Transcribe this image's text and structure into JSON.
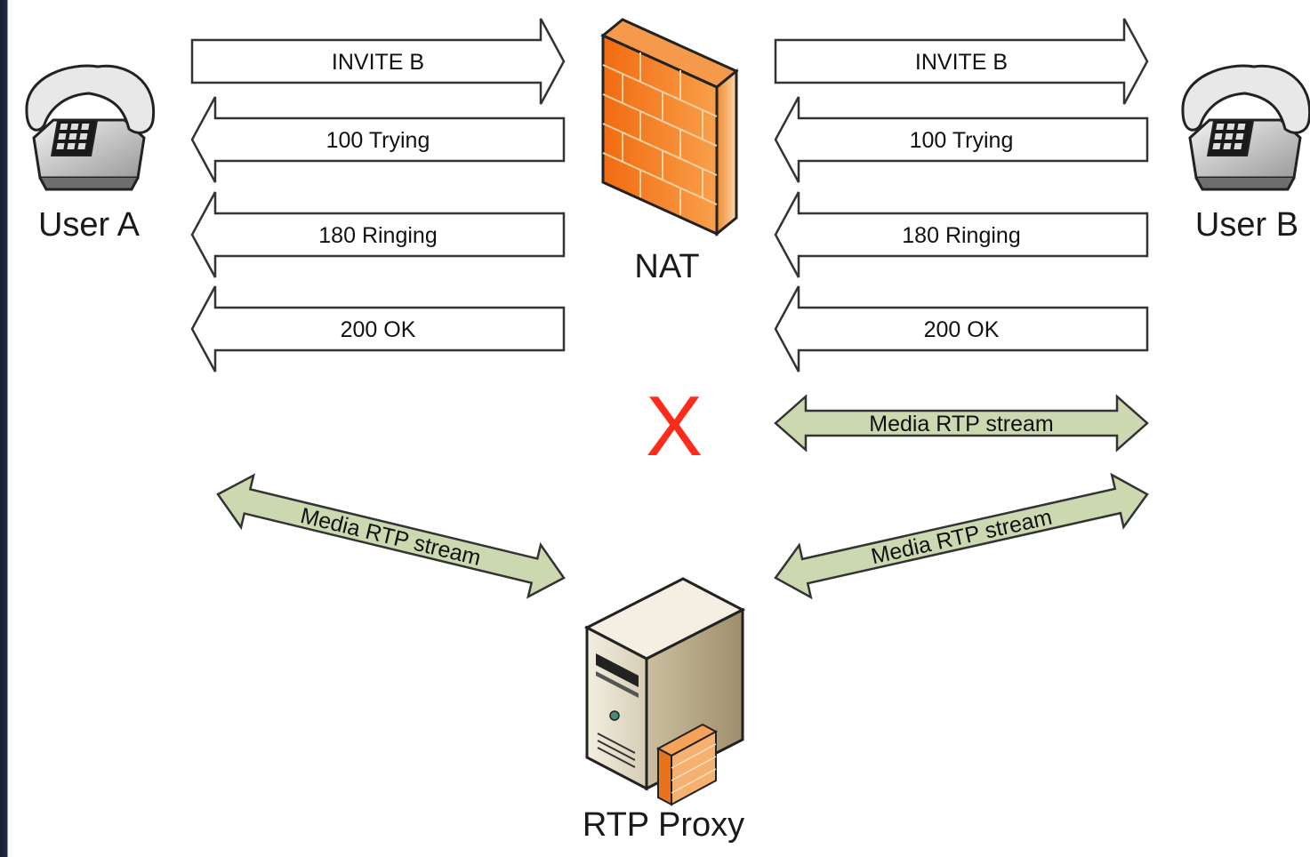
{
  "nodes": {
    "user_a": "User A",
    "user_b": "User B",
    "nat": "NAT",
    "rtp_proxy": "RTP Proxy"
  },
  "messages_left": [
    {
      "label": "INVITE B",
      "direction": "right"
    },
    {
      "label": "100 Trying",
      "direction": "left"
    },
    {
      "label": "180 Ringing",
      "direction": "left"
    },
    {
      "label": "200 OK",
      "direction": "left"
    }
  ],
  "messages_right": [
    {
      "label": "INVITE B",
      "direction": "right"
    },
    {
      "label": "100 Trying",
      "direction": "left"
    },
    {
      "label": "180 Ringing",
      "direction": "left"
    },
    {
      "label": "200 OK",
      "direction": "left"
    }
  ],
  "media": {
    "direct": "Media RTP stream",
    "proxy_left": "Media RTP stream",
    "proxy_right": "Media RTP stream"
  },
  "blocked_mark": "X",
  "colors": {
    "stream_fill": "#ccd9b0",
    "nat_orange": "#f07a1c",
    "blocked_red": "#ff2a1a",
    "arrow_outline": "#333333"
  }
}
